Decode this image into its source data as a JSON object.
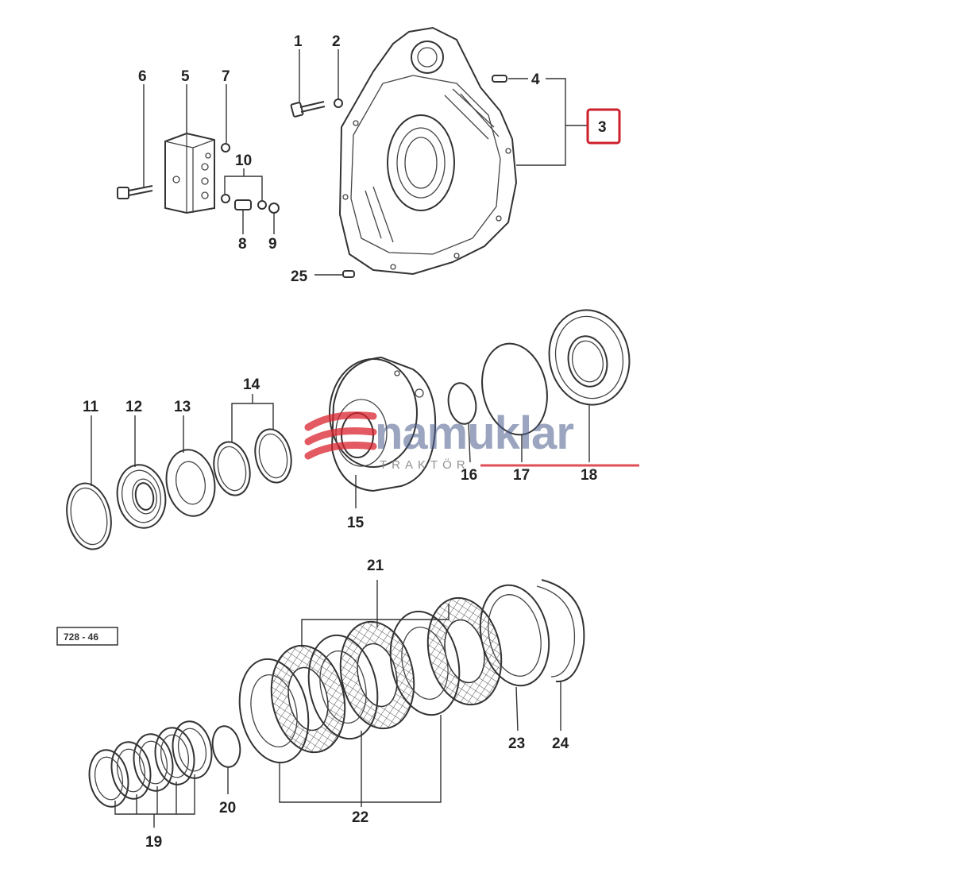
{
  "callouts": [
    {
      "id": "1",
      "text": "1"
    },
    {
      "id": "2",
      "text": "2"
    },
    {
      "id": "3",
      "text": "3",
      "highlighted": true
    },
    {
      "id": "4",
      "text": "4"
    },
    {
      "id": "5",
      "text": "5"
    },
    {
      "id": "6",
      "text": "6"
    },
    {
      "id": "7",
      "text": "7"
    },
    {
      "id": "8",
      "text": "8"
    },
    {
      "id": "9",
      "text": "9"
    },
    {
      "id": "10",
      "text": "10"
    },
    {
      "id": "11",
      "text": "11"
    },
    {
      "id": "12",
      "text": "12"
    },
    {
      "id": "13",
      "text": "13"
    },
    {
      "id": "14",
      "text": "14"
    },
    {
      "id": "15",
      "text": "15"
    },
    {
      "id": "16",
      "text": "16"
    },
    {
      "id": "17",
      "text": "17"
    },
    {
      "id": "18",
      "text": "18"
    },
    {
      "id": "19",
      "text": "19"
    },
    {
      "id": "20",
      "text": "20"
    },
    {
      "id": "21",
      "text": "21"
    },
    {
      "id": "22",
      "text": "22"
    },
    {
      "id": "23",
      "text": "23"
    },
    {
      "id": "24",
      "text": "24"
    },
    {
      "id": "25",
      "text": "25"
    }
  ],
  "drawing_ref": "728 - 46",
  "watermark": {
    "brand": "namuklar",
    "subtitle": "TRAKTÖR",
    "logo_icon": "stacked-swoosh-logo-icon"
  },
  "colors": {
    "line": "#333333",
    "highlight": "#cc1f2b",
    "watermark_blue": "#4a5d8c",
    "watermark_red": "#d9232e"
  }
}
